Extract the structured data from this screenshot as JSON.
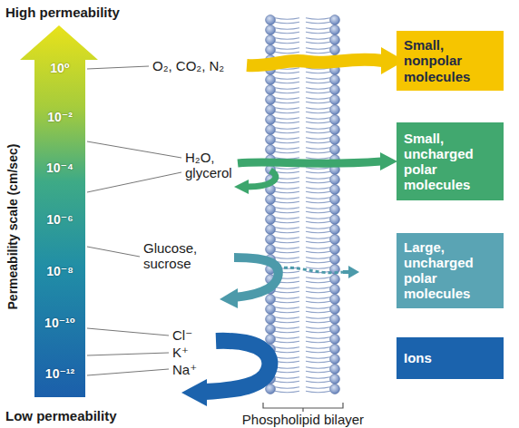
{
  "diagram": {
    "nodes": [
      {
        "text": [
          "Small, nonpolar molecules"
        ]
      },
      {
        "text": [
          "Small, uncharged polar molecules"
        ]
      },
      {
        "text": [
          "Large, uncharged polar molecules"
        ]
      },
      {
        "text": [
          "Ions"
        ]
      }
    ],
    "labels": [
      "High permeability",
      "Permeability scale (cm/sec)",
      "10⁰",
      "10⁻²",
      "10⁻⁴",
      "10⁻⁶",
      "10⁻⁸",
      "10⁻¹⁰",
      "10⁻¹²",
      "O₂, CO₂, N₂",
      "H₂O, glycerol",
      "Glucose, sucrose",
      "Cl⁻",
      "K⁺",
      "Na⁺",
      "Phospholipid bilayer",
      "Low permeability"
    ]
  }
}
